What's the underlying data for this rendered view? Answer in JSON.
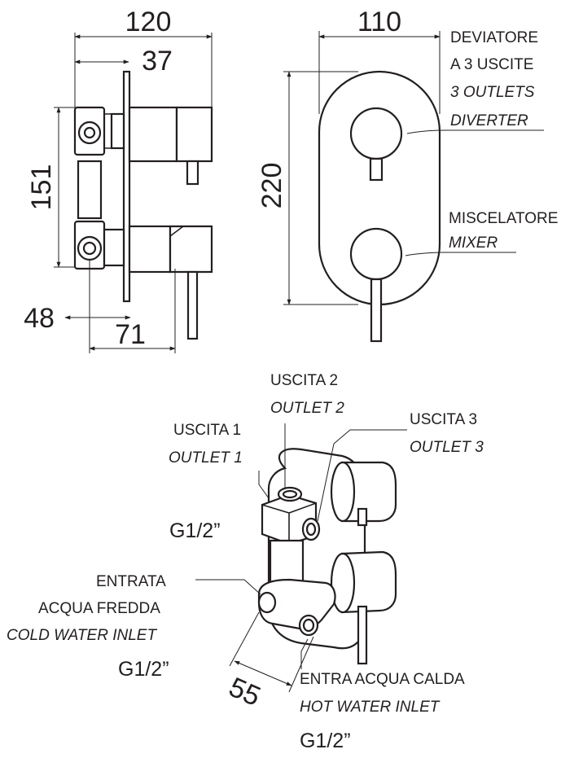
{
  "dimensions": {
    "overall_depth": "120",
    "plate_offset": "37",
    "body_height": "151",
    "inlet_depth": "48",
    "handle_depth": "71",
    "plate_width": "110",
    "plate_height": "220",
    "inlet_spacing": "55"
  },
  "front_labels": {
    "diverter_it_1": "DEVIATORE",
    "diverter_it_2": "A 3 USCITE",
    "diverter_en_1": "3 OUTLETS",
    "diverter_en_2": "DIVERTER",
    "mixer_it": "MISCELATORE",
    "mixer_en": "MIXER"
  },
  "iso_labels": {
    "outlet2_it": "USCITA 2",
    "outlet2_en": "OUTLET 2",
    "outlet3_it": "USCITA 3",
    "outlet3_en": "OUTLET 3",
    "outlet1_it": "USCITA 1",
    "outlet1_en": "OUTLET 1",
    "thread_top": "G1/2”",
    "cold_it_1": "ENTRATA",
    "cold_it_2": "ACQUA FREDDA",
    "cold_en": "COLD WATER INLET",
    "thread_cold": "G1/2”",
    "hot_it": "ENTRA ACQUA CALDA",
    "hot_en": "HOT WATER INLET",
    "thread_hot": "G1/2”"
  },
  "colors": {
    "line": "#231f20",
    "background": "#ffffff"
  }
}
